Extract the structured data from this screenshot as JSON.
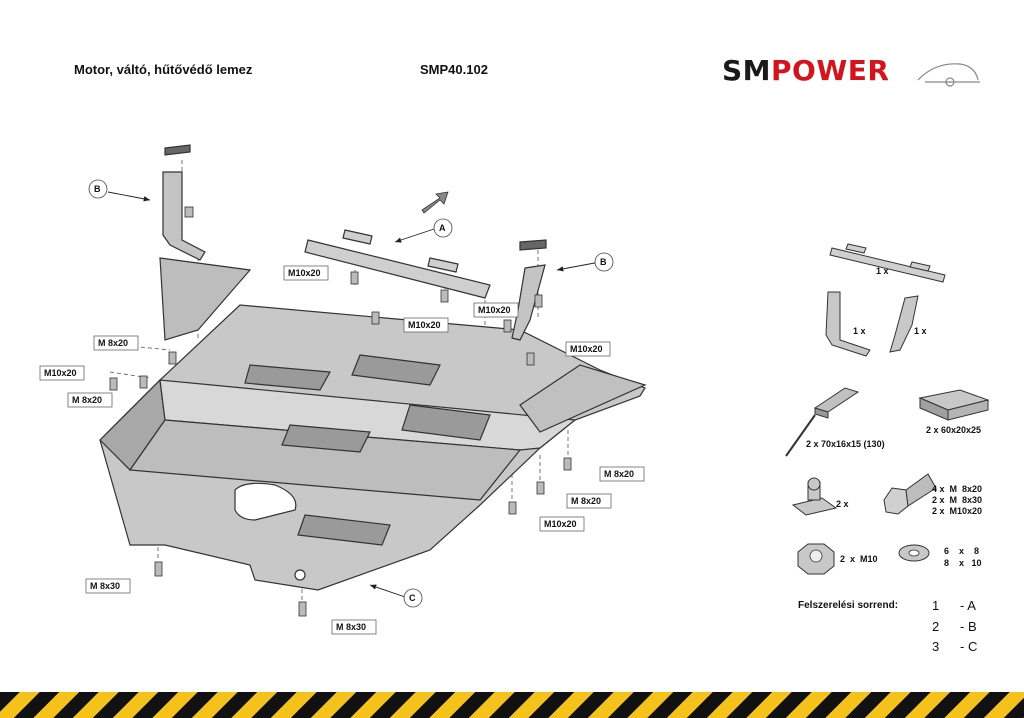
{
  "header": {
    "title": "Motor, váltó, hűtővédő lemez",
    "code": "SMP40.102",
    "logo_sm": "SM",
    "logo_power": "POWER"
  },
  "callouts": {
    "a": "A",
    "b_left": "B",
    "b_right": "B",
    "c": "C"
  },
  "bolt_labels": [
    "M10x20",
    "M10x20",
    "M10x20",
    "M10x20",
    "M 8x20",
    "M10x20",
    "M 8x20",
    "M 8x20",
    "M 8x20",
    "M10x20",
    "M 8x30",
    "M 8x30"
  ],
  "parts": {
    "bracket_a_qty": "1 x",
    "bracket_b_left_qty": "1 x",
    "bracket_b_right_qty": "1 x",
    "plate_with_stud": "2 x 70x16x15 (130)",
    "plate_block": "2 x 60x20x25",
    "clip_qty": "2 x",
    "bolts": [
      "4 x  M  8x20",
      "2 x  M  8x30",
      "2 x  M10x20"
    ],
    "nut": "2  x  M10",
    "washers": [
      "6    x    8",
      "8    x   10"
    ]
  },
  "order": {
    "title": "Felszerelési sorrend:",
    "rows": [
      {
        "num": "1",
        "letter": "- A"
      },
      {
        "num": "2",
        "letter": "- B"
      },
      {
        "num": "3",
        "letter": "- C"
      }
    ]
  },
  "colors": {
    "brand_red": "#d4141c",
    "hazard_yellow": "#f4c21a",
    "plate_gray": "#c8c8c8"
  }
}
